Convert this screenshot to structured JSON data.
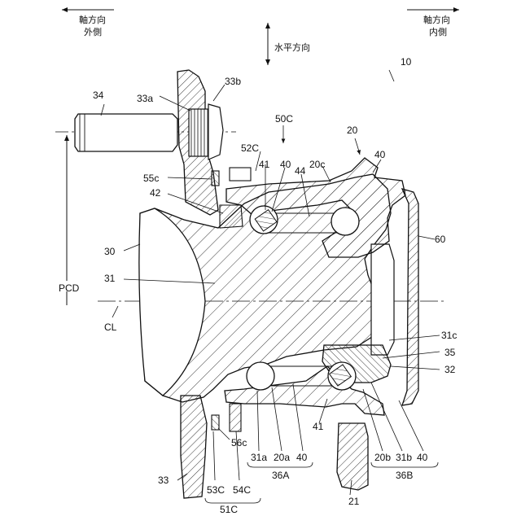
{
  "direction_labels": {
    "axial_outer": "軸方向\n外側",
    "axial_inner": "軸方向\n内側",
    "horizontal": "水平方向"
  },
  "labels": {
    "n10": "10",
    "n20": "20",
    "n20c": "20c",
    "n30": "30",
    "n31": "31",
    "n31c": "31c",
    "n32": "32",
    "n33": "33",
    "n33a": "33a",
    "n33b": "33b",
    "n34": "34",
    "n35": "35",
    "n40a": "40",
    "n40b": "40",
    "n41a": "41",
    "n41b": "41",
    "n42": "42",
    "n44": "44",
    "n50C": "50C",
    "n52C": "52C",
    "n55c": "55c",
    "n56c": "56c",
    "n60": "60",
    "n21": "21",
    "pcd": "PCD",
    "cl": "CL",
    "b_31a": "31a",
    "b_20a": "20a",
    "b_40a": "40",
    "b_36A": "36A",
    "b_20b": "20b",
    "b_31b": "31b",
    "b_40b": "40",
    "b_36B": "36B",
    "b_53C": "53C",
    "b_54C": "54C",
    "b_51C": "51C"
  },
  "colors": {
    "line": "#111111",
    "background": "#ffffff"
  }
}
